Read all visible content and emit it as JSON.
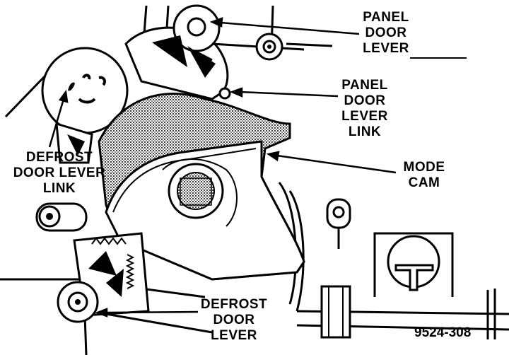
{
  "labels": {
    "panel_door_lever": [
      "PANEL",
      "DOOR",
      "LEVER"
    ],
    "panel_door_lever_link": [
      "PANEL",
      "DOOR",
      "LEVER",
      "LINK"
    ],
    "mode_cam": [
      "MODE",
      "CAM"
    ],
    "defrost_door_lever_link": [
      "DEFROST",
      "DOOR LEVER",
      "LINK"
    ],
    "defrost_door_lever": [
      "DEFROST",
      "DOOR",
      "LEVER"
    ]
  },
  "figure_id": "9524-308",
  "colors": {
    "ink": "#000000",
    "paper": "#ffffff",
    "stipple": "#7a7a7a"
  }
}
